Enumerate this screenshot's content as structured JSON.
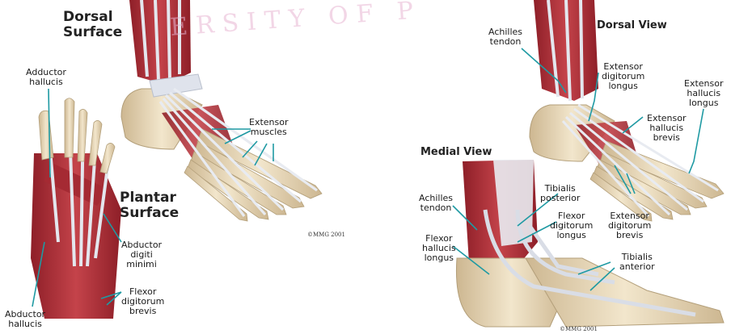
{
  "watermark": "ERSITY OF P",
  "panels": {
    "left": {
      "dorsal_title": "Dorsal\nSurface",
      "plantar_title": "Plantar\nSurface",
      "labels": {
        "adductor_hallucis": "Adductor\nhallucis",
        "extensor_muscles": "Extensor\nmuscles",
        "abductor_digiti_minimi": "Abductor\ndigiti\nminimi",
        "flexor_digitorum_brevis": "Flexor\ndigitorum\nbrevis",
        "abductor_hallucis": "Abductor\nhallucis"
      },
      "copyright": "©MMG 2001"
    },
    "right": {
      "dorsal_view_title": "Dorsal View",
      "medial_view_title": "Medial View",
      "labels": {
        "achilles_tendon_top": "Achilles\ntendon",
        "extensor_digitorum_longus_top": "Extensor\ndigitorum\nlongus",
        "extensor_hallucis_longus": "Extensor\nhallucis\nlongus",
        "extensor_hallucis_brevis": "Extensor\nhallucis\nbrevis",
        "extensor_digitorum_brevis": "Extensor\ndigitorum\nbrevis",
        "achilles_tendon_medial": "Achilles\ntendon",
        "tibialis_posterior": "Tibialis\nposterior",
        "flexor_digitorum_longus": "Flexor\ndigitorum\nlongus",
        "flexor_hallucis_longus": "Flexor\nhallucis\nlongus",
        "tibialis_anterior": "Tibialis\nanterior"
      },
      "copyright": "©MMG 2001"
    }
  },
  "colors": {
    "muscle": "#b8323a",
    "muscle_dark": "#8e1f28",
    "tendon": "#d9dde6",
    "bone": "#ead9b8",
    "leader": "#1f9aa3"
  }
}
